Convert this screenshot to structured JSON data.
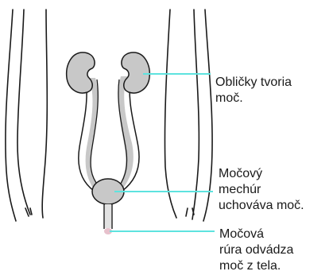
{
  "labels": {
    "kidneys": [
      "Obličky tvoria",
      "moč."
    ],
    "bladder": [
      "Močový",
      "mechúr",
      "uchováva moč."
    ],
    "urethra": [
      "Močová",
      "rúra odvádza",
      "moč z tela."
    ]
  },
  "colors": {
    "outline": "#1a1a1a",
    "organ_fill": "#c8c8c8",
    "organ_fill_light": "#e2e2e2",
    "leader_line": "#5ee3df",
    "urethra_tip": "#e7c1cc"
  }
}
